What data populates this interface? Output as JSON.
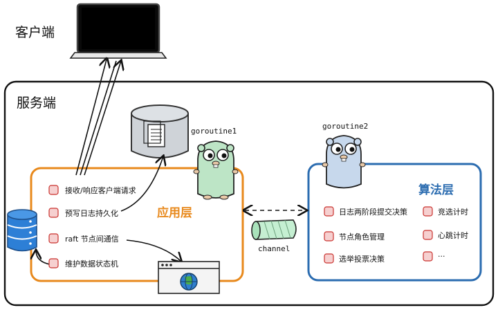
{
  "labels": {
    "client": "客户端",
    "server": "服务端"
  },
  "app_layer": {
    "title": "应用层",
    "items": [
      "接收/响应客户端请求",
      "预写日志持久化",
      "raft 节点间通信",
      "维护数据状态机"
    ]
  },
  "algo_layer": {
    "title": "算法层",
    "left_items": [
      "日志两阶段提交决策",
      "节点角色管理",
      "选举投票决策"
    ],
    "right_items": [
      "竞选计时",
      "心跳计时",
      "..."
    ]
  },
  "goroutines": [
    "goroutine1",
    "goroutine2"
  ],
  "channel_label": "channel",
  "colors": {
    "app_border": "#e8891c",
    "app_title": "#e8891c",
    "algo_border": "#2b6cb0",
    "algo_title": "#2b6cb0",
    "bullet": "#d9534f",
    "gopher_green": "#bde5c6",
    "gopher_blue": "#c7d8ec",
    "channel_green": "#c5efd2",
    "db_blue": "#2d7fd6"
  },
  "icons": [
    "laptop-icon",
    "storage-cylinder-icon",
    "database-stack-icon",
    "browser-window-icon",
    "globe-icon",
    "gopher-icon",
    "channel-tube-icon"
  ]
}
